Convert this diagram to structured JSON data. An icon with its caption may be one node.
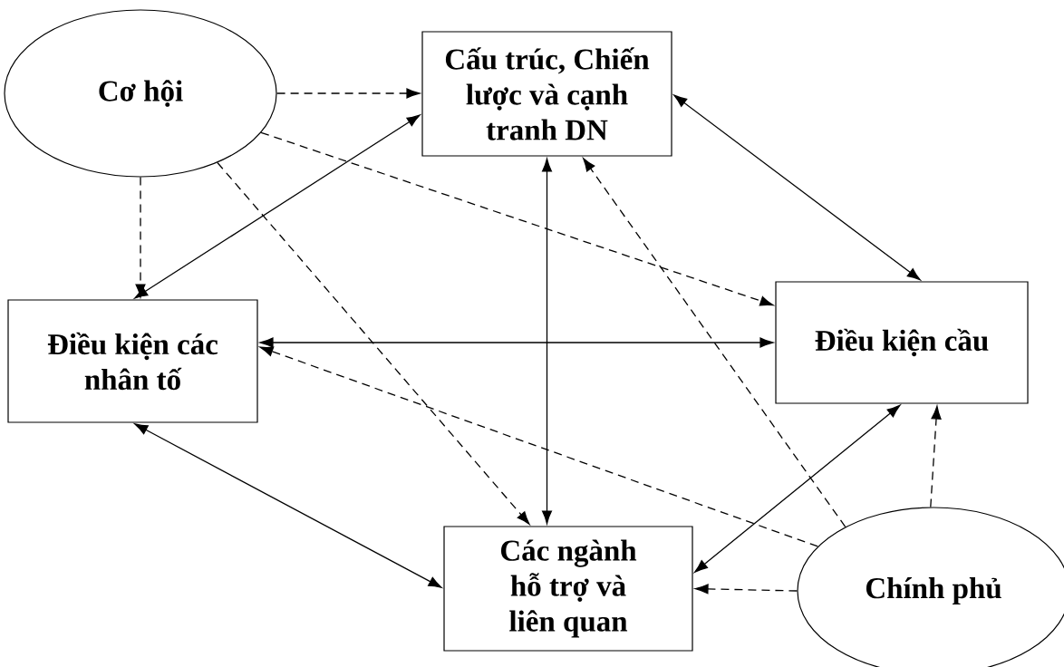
{
  "diagram": {
    "nodes": [
      {
        "text": [
          "Cơ hội"
        ]
      },
      {
        "text": [
          "Cấu trúc, Chiến lược và cạnh tranh DN"
        ]
      },
      {
        "text": [
          "Điều kiện các nhân tố"
        ]
      },
      {
        "text": [
          "Điều kiện cầu"
        ]
      },
      {
        "text": [
          "Các ngành hỗ trợ và liên quan"
        ]
      },
      {
        "text": [
          "Chính phủ"
        ]
      }
    ],
    "edges": [
      {
        "from": 0,
        "to": 1,
        "arrow": "to",
        "style": "dashed"
      },
      {
        "from": 0,
        "to": 2,
        "arrow": "to",
        "style": "dashed"
      },
      {
        "from": 0,
        "to": 3,
        "arrow": "to",
        "style": "dashed"
      },
      {
        "from": 0,
        "to": 4,
        "arrow": "to",
        "style": "dashed"
      },
      {
        "from": 1,
        "to": 2,
        "arrow": "both"
      },
      {
        "from": 1,
        "to": 3,
        "arrow": "both"
      },
      {
        "from": 1,
        "to": 4,
        "arrow": "both"
      },
      {
        "from": 2,
        "to": 3,
        "arrow": "both"
      },
      {
        "from": 2,
        "to": 4,
        "arrow": "both"
      },
      {
        "from": 3,
        "to": 4,
        "arrow": "both"
      },
      {
        "from": 5,
        "to": 1,
        "arrow": "to",
        "style": "dashed"
      },
      {
        "from": 5,
        "to": 2,
        "arrow": "to",
        "style": "dashed"
      },
      {
        "from": 5,
        "to": 3,
        "arrow": "to",
        "style": "dashed"
      },
      {
        "from": 5,
        "to": 4,
        "arrow": "to",
        "style": "dashed"
      }
    ]
  }
}
